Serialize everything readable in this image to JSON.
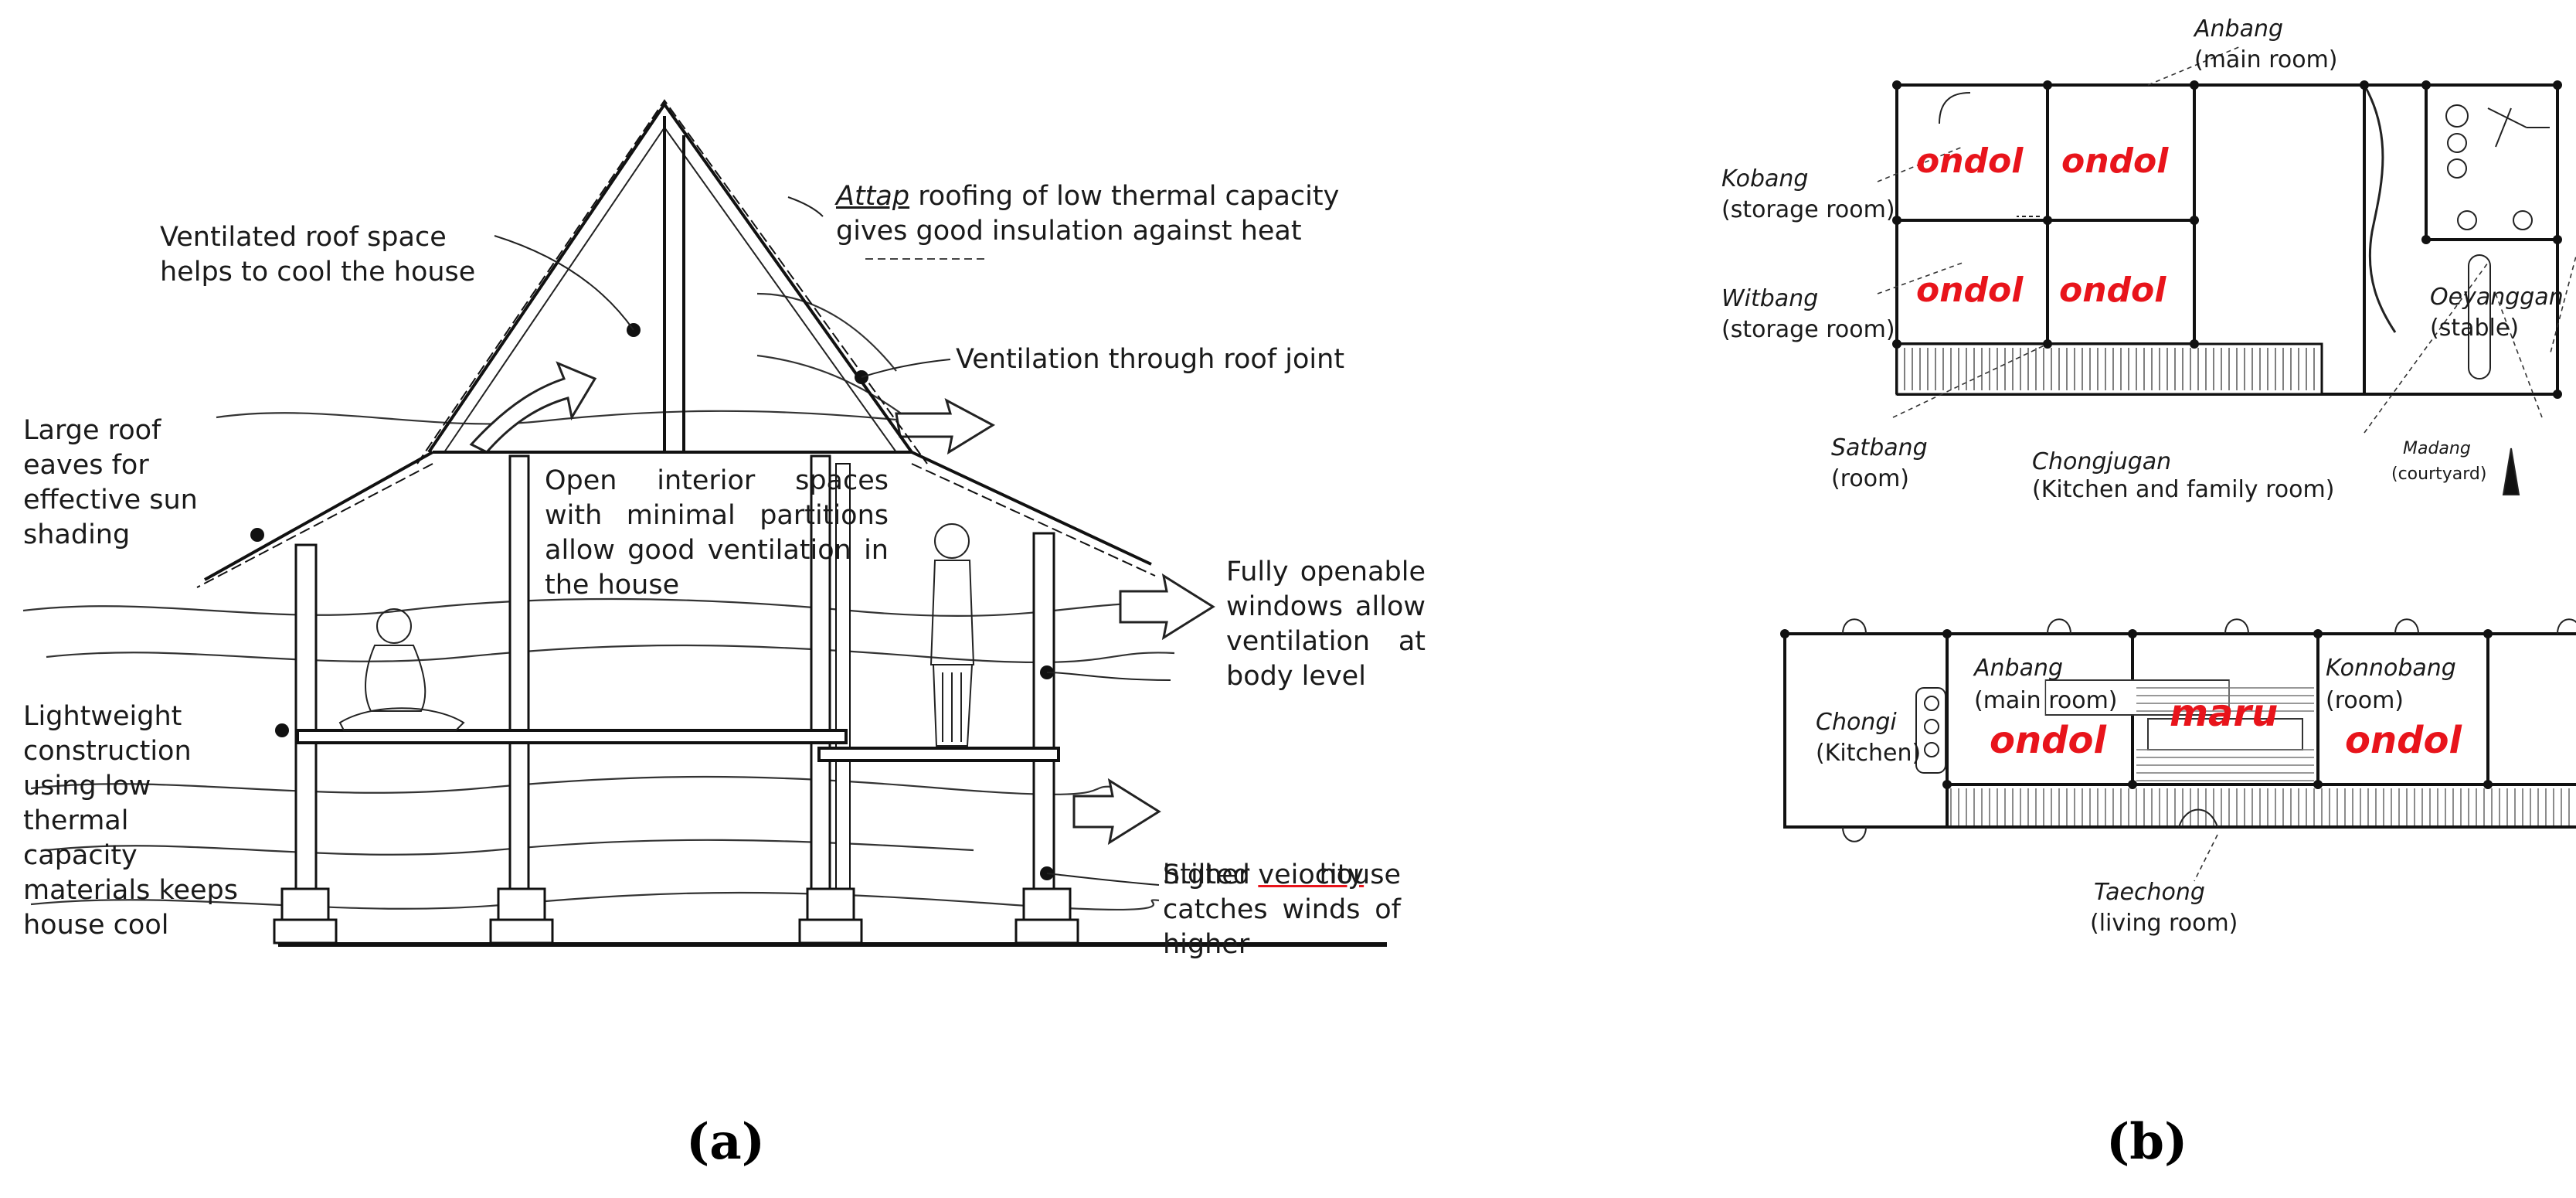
{
  "panel_a": {
    "caption": "(a)",
    "labels": {
      "roof_space": "Ventilated roof space\nhelps to cool the house",
      "attap_word": "Attap",
      "attap_rest": " roofing of low thermal capacity",
      "attap_line2": "gives good insulation against heat",
      "roof_joint": "Ventilation through roof joint",
      "eaves": "Large roof\neaves for\neffective sun\nshading",
      "interior": "Open interior spaces with minimal partitions allow good ventilation in the house",
      "windows": "Fully openable windows allow ventilation at body level",
      "lightweight": "Lightweight\nconstruction\nusing low\nthermal\ncapacity\nmaterials keeps\nhouse cool",
      "stilted": "Stilted house catches winds of higher",
      "stilted_last": "veiocity"
    }
  },
  "panel_b": {
    "caption": "(b)",
    "plan1": {
      "anbang": "Anbang",
      "anbang_sub": "(main room)",
      "kobang": "Kobang",
      "kobang_sub": "(storage room)",
      "witbang": "Witbang",
      "witbang_sub": "(storage room)",
      "satbang": "Satbang",
      "satbang_sub": "(room)",
      "chongjugan": "Chongjugan",
      "chongjugan_sub": "(Kitchen and family room)",
      "oeyanggan": "Oeyanggan",
      "oeyanggan_sub": "(stable)",
      "madang": "Madang",
      "madang_sub": "(courtyard)",
      "ondol": "ondol"
    },
    "plan2": {
      "chongi": "Chongi",
      "chongi_sub": "(Kitchen)",
      "anbang": "Anbang",
      "anbang_sub": "(main room)",
      "konnobang": "Konnobang",
      "konnobang_sub": "(room)",
      "taechong": "Taechong",
      "taechong_sub": "(living room)",
      "ondol": "ondol",
      "maru": "maru"
    }
  },
  "colors": {
    "highlight": "#e8141b"
  }
}
